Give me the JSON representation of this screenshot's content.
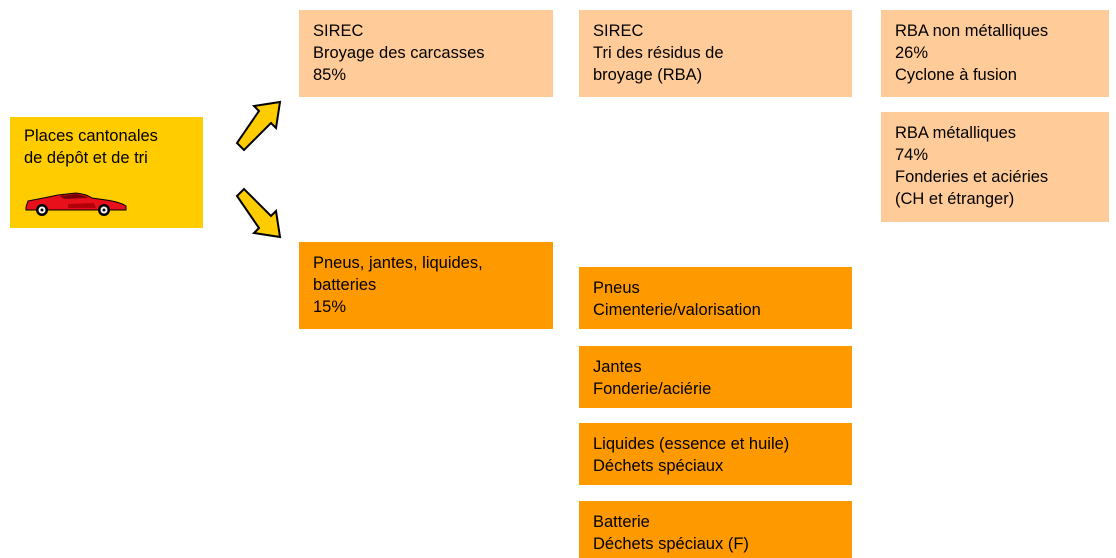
{
  "colors": {
    "light_box": "#ffcc99",
    "dark_box": "#ff9900",
    "source_box": "#ffcc00",
    "arrow_fill": "#ffcc00",
    "car": "#e8101a"
  },
  "source": {
    "lines": [
      "Places cantonales",
      "de dépôt et de tri"
    ],
    "icon": "red-sports-car-icon"
  },
  "arrows": [
    "arrow-up-right-icon",
    "arrow-down-right-icon"
  ],
  "sirec_broyage": {
    "lines": [
      "SIREC",
      "Broyage des carcasses",
      "85%"
    ]
  },
  "sirec_tri": {
    "lines": [
      "SIREC",
      "Tri des résidus de",
      "broyage (RBA)"
    ]
  },
  "rba_non_metal": {
    "lines": [
      "RBA non métalliques",
      "26%",
      "Cyclone à fusion"
    ]
  },
  "rba_metal": {
    "lines": [
      "RBA métalliques",
      "74%",
      "Fonderies et aciéries",
      "(CH et étranger)"
    ]
  },
  "pneus_jantes": {
    "lines": [
      "Pneus, jantes, liquides,",
      "batteries",
      "15%"
    ]
  },
  "pneus": {
    "lines": [
      "Pneus",
      "Cimenterie/valorisation"
    ]
  },
  "jantes": {
    "lines": [
      "Jantes",
      "Fonderie/aciérie"
    ]
  },
  "liquides": {
    "lines": [
      "Liquides (essence et huile)",
      "Déchets spéciaux"
    ]
  },
  "batterie": {
    "lines": [
      "Batterie",
      "Déchets spéciaux (F)"
    ]
  }
}
